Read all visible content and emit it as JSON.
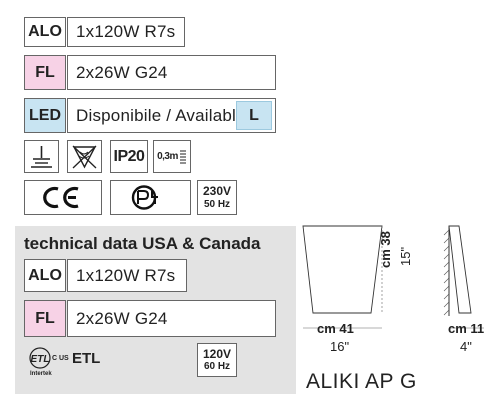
{
  "rows": {
    "alo": {
      "tag": "ALO",
      "value": "1x120W R7s",
      "tag_color": "#ffffff"
    },
    "fl": {
      "tag": "FL",
      "value": "2x26W G24",
      "tag_color": "#f7d2e6"
    },
    "led": {
      "tag": "LED",
      "value": "Disponibile / Available",
      "tag_color": "#c8e4f2",
      "badge": "L"
    }
  },
  "icons": {
    "ip_rating": "IP20",
    "distance": "0,3m",
    "voltage": "230V",
    "frequency": "50 Hz",
    "ce_mark": "CE",
    "pct_mark": "PCT"
  },
  "usa": {
    "title": "technical data USA & Canada",
    "alo": {
      "tag": "ALO",
      "value": "1x120W R7s"
    },
    "fl": {
      "tag": "FL",
      "value": "2x26W G24"
    },
    "etl_sub": "C US",
    "etl_mark": "ETL",
    "intertek": "Intertek",
    "voltage": "120V",
    "frequency": "60 Hz"
  },
  "dimensions": {
    "width_cm": "cm 41",
    "width_in": "16\"",
    "height_cm": "cm 38",
    "height_in": "15\"",
    "depth_cm": "cm 11",
    "depth_in": "4\""
  },
  "product_name": "ALIKI AP G"
}
